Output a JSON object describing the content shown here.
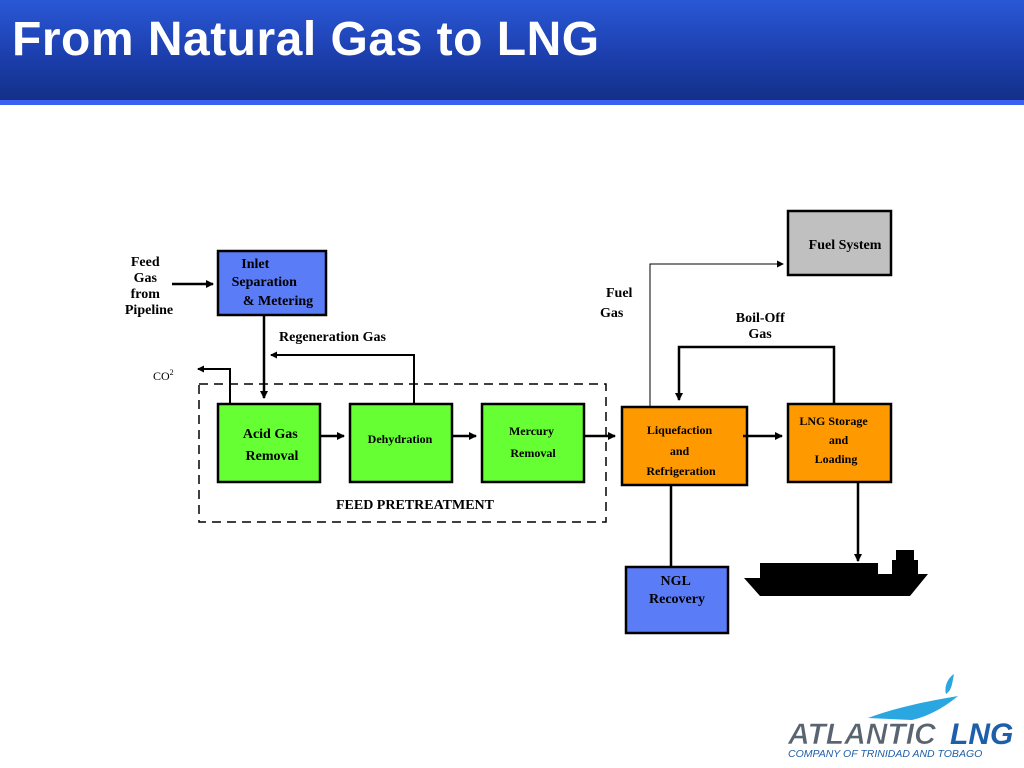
{
  "header": {
    "title": "From Natural Gas to LNG"
  },
  "labels": {
    "feed_gas": [
      "Feed",
      "Gas",
      "from",
      "Pipeline"
    ],
    "regeneration_gas": "Regeneration Gas",
    "co2": "CO",
    "co2_sub": "2",
    "feed_pretreatment": "FEED PRETREATMENT",
    "fuel_gas": [
      "Fuel",
      "Gas"
    ],
    "boil_off_gas": [
      "Boil-Off",
      "Gas"
    ]
  },
  "boxes": {
    "inlet": [
      "Inlet",
      "Separation",
      "& Metering"
    ],
    "acid_gas": [
      "Acid Gas",
      "Removal"
    ],
    "dehydration": [
      "Dehydration"
    ],
    "mercury": [
      "Mercury",
      "Removal"
    ],
    "liquefaction": [
      "Liquefaction",
      "and",
      "Refrigeration"
    ],
    "lng_storage": [
      "LNG Storage",
      "and",
      "Loading"
    ],
    "fuel_system": [
      "Fuel System"
    ],
    "ngl": [
      "NGL",
      "Recovery"
    ]
  },
  "colors": {
    "header_blue": "#1c3fae",
    "box_blue": "#5b7cf7",
    "box_green": "#66ff33",
    "box_orange": "#ff9900",
    "box_gray": "#c0c0c0"
  },
  "logo": {
    "name_part1": "ATLANTIC",
    "name_part2": "LNG",
    "subtitle": "COMPANY OF TRINIDAD AND TOBAGO"
  }
}
